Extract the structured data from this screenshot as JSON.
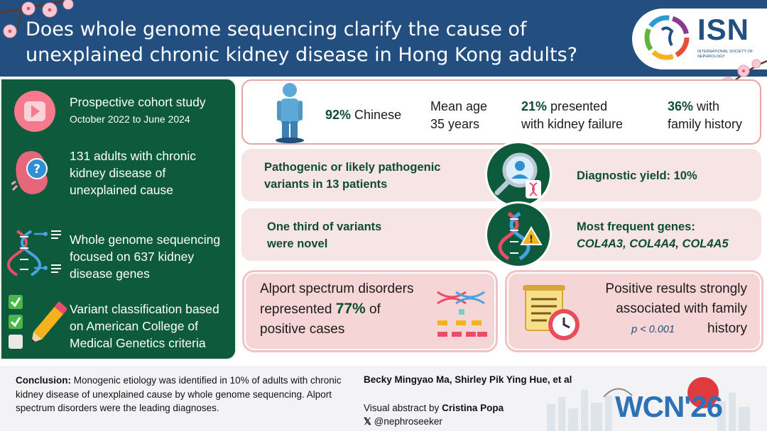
{
  "header": {
    "title": "Does whole genome sequencing clarify the cause of unexplained chronic kidney disease in Hong Kong adults?",
    "logo_text": "ISN",
    "logo_subtitle": "INTERNATIONAL SOCIETY OF NEPHROLOGY"
  },
  "left_panel": {
    "items": [
      {
        "icon": "play-icon",
        "title": "Prospective cohort study",
        "subtitle": "October 2022 to June 2024"
      },
      {
        "icon": "kidney-question-icon",
        "text": "131 adults with chronic kidney disease of unexplained cause"
      },
      {
        "icon": "dna-icon",
        "text": "Whole genome sequencing focused on 637 kidney disease genes"
      },
      {
        "icon": "checklist-icon",
        "text": "Variant classification based on American College of Medical Genetics criteria"
      }
    ]
  },
  "stats": {
    "chinese_value": "92%",
    "chinese_label": "Chinese",
    "mean_age_line1": "Mean age",
    "mean_age_line2": "35 years",
    "kidney_failure_value": "21%",
    "kidney_failure_line1": "presented",
    "kidney_failure_line2": "with kidney failure",
    "family_value": "36%",
    "family_line1": "with",
    "family_line2": "family history"
  },
  "row1": {
    "left_line1": "Pathogenic or likely pathogenic",
    "left_line2": "variants in 13 patients",
    "right": "Diagnostic yield: 10%"
  },
  "row2": {
    "left_line1": "One third of variants",
    "left_line2": "were novel",
    "right_line1": "Most frequent genes:",
    "right_line2": "COL4A3, COL4A4, COL4A5"
  },
  "card_left": {
    "line1": "Alport spectrum disorders",
    "line2_pre": "represented",
    "line2_value": "77%",
    "line2_post": "of",
    "line3": "positive cases"
  },
  "card_right": {
    "line1": "Positive results strongly",
    "line2": "associated with family",
    "pvalue": "p < 0.001",
    "line3": "history"
  },
  "footer": {
    "conclusion_label": "Conclusion:",
    "conclusion_text": "Monogenic etiology was identified in 10% of adults with chronic kidney disease of unexplained cause by whole genome sequencing. Alport spectrum disorders were the leading diagnoses.",
    "authors": "Becky Mingyao Ma, Shirley Pik Ying Hue, et al",
    "visual_label": "Visual abstract by",
    "visual_author": "Cristina Popa",
    "handle": "@nephroseeker",
    "congress": "WCN'26"
  },
  "colors": {
    "header_blue": "#234f80",
    "dark_green": "#0e5a3c",
    "text_green": "#0e4c33",
    "pink_light": "#f7e4e5",
    "pink_card": "#f6d5d6",
    "pink_border": "#e6a3a8",
    "wcn_blue": "#2d72b8"
  }
}
